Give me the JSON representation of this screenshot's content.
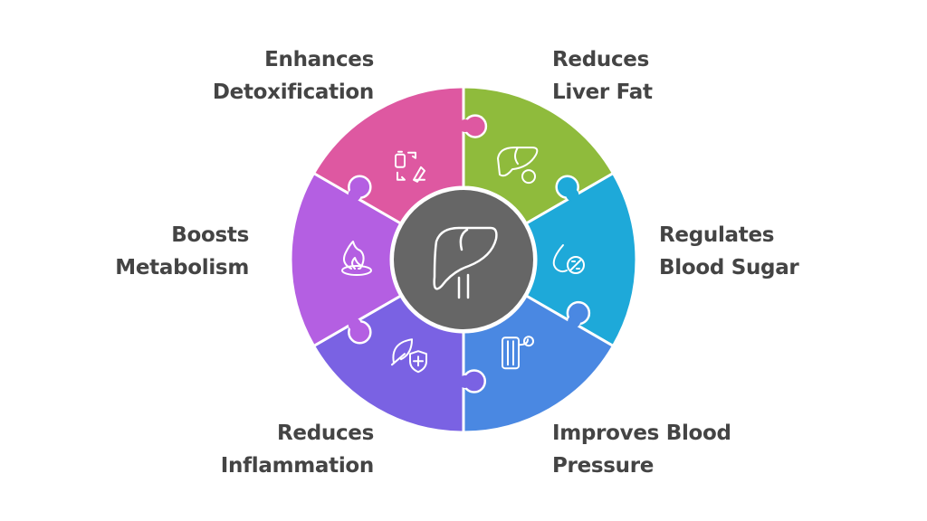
{
  "center": {
    "icon": "liver-icon",
    "color": "#666666"
  },
  "segments": [
    {
      "id": "reduces-liver-fat",
      "lines": [
        "Reduces",
        "Liver Fat"
      ],
      "color": "#8fbb3c",
      "icon": "liver-fat-icon"
    },
    {
      "id": "regulates-blood-sugar",
      "lines": [
        "Regulates",
        "Blood Sugar"
      ],
      "color": "#1ea9d9",
      "icon": "drop-percent-icon"
    },
    {
      "id": "improves-blood-pressure",
      "lines": [
        "Improves Blood",
        "Pressure"
      ],
      "color": "#4a88e2",
      "icon": "blood-pressure-monitor-icon"
    },
    {
      "id": "reduces-inflammation",
      "lines": [
        "Reduces",
        "Inflammation"
      ],
      "color": "#7a62e3",
      "icon": "leaf-shield-icon"
    },
    {
      "id": "boosts-metabolism",
      "lines": [
        "Boosts",
        "Metabolism"
      ],
      "color": "#b45fe2",
      "icon": "flame-icon"
    },
    {
      "id": "enhances-detoxification",
      "lines": [
        "Enhances",
        "Detoxification"
      ],
      "color": "#de58a1",
      "icon": "detox-cycle-icon"
    }
  ]
}
